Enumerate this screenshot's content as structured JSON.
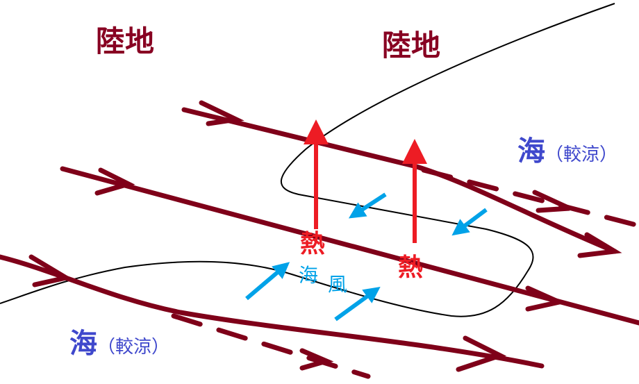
{
  "labels": {
    "land_left": "陸地",
    "land_right": "陸地",
    "sea_right": {
      "main": "海",
      "note": "（較涼）"
    },
    "sea_left": {
      "main": "海",
      "note": "（較涼）"
    },
    "heat_left": "熱",
    "heat_right": "熱",
    "sea_breeze": [
      "海",
      "風"
    ]
  },
  "colors": {
    "airflow": "#7f0019",
    "heat_arrow": "#ed1c24",
    "breeze_arrow": "#00a2e8",
    "coast": "#000000",
    "land_text": "#880022",
    "sea_text": "#3f48cc"
  }
}
